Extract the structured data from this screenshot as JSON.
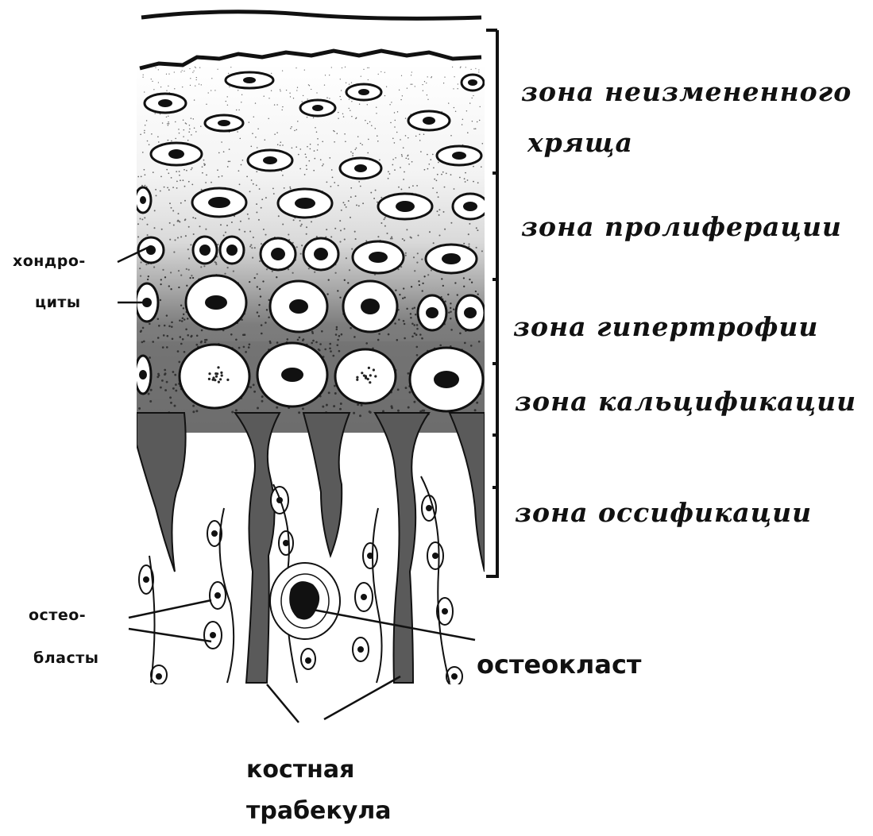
{
  "zones": [
    "зона неизмененного",
    "хряща",
    "зона пролиферации",
    "зона гипертрофии",
    "зона кальцификации",
    "зона оссификации"
  ],
  "labels": {
    "chondrocytes_1": "хондро-",
    "chondrocytes_2": "циты",
    "osteoblasts_1": "остео-",
    "osteoblasts_2": "бласты",
    "osteoclast": "остеокласт",
    "trabecula_1": "костная",
    "trabecula_2": "трабекула"
  },
  "colors": {
    "ink": "#111111",
    "background": "#ffffff",
    "shade": "#6a6a6a"
  }
}
